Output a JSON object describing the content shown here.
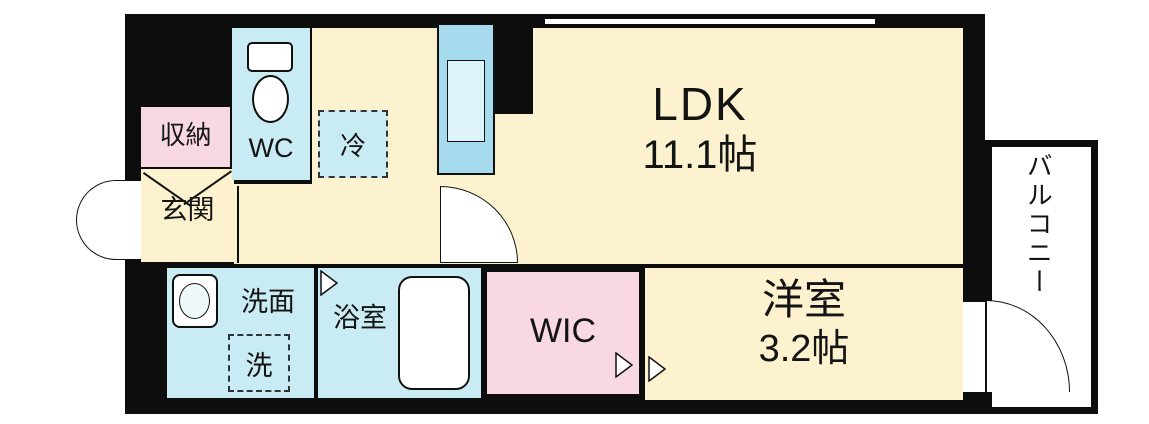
{
  "floorplan": {
    "labels": {
      "ldk": "LDK",
      "ldk_size": "11.1帖",
      "western": "洋室",
      "western_size": "3.2帖",
      "wic": "WIC",
      "wc": "WC",
      "entrance": "玄関",
      "storage": "収納",
      "fridge": "冷",
      "washroom": "洗面",
      "washer": "洗",
      "bathroom": "浴室",
      "balcony": "バルコニー"
    },
    "colors": {
      "wall": "#0d0d0d",
      "floor_cream": "#fcf2d0",
      "water_blue": "#c9ebf4",
      "closet_pink": "#f8d8e2",
      "counter_blue": "#a6dbee"
    }
  }
}
